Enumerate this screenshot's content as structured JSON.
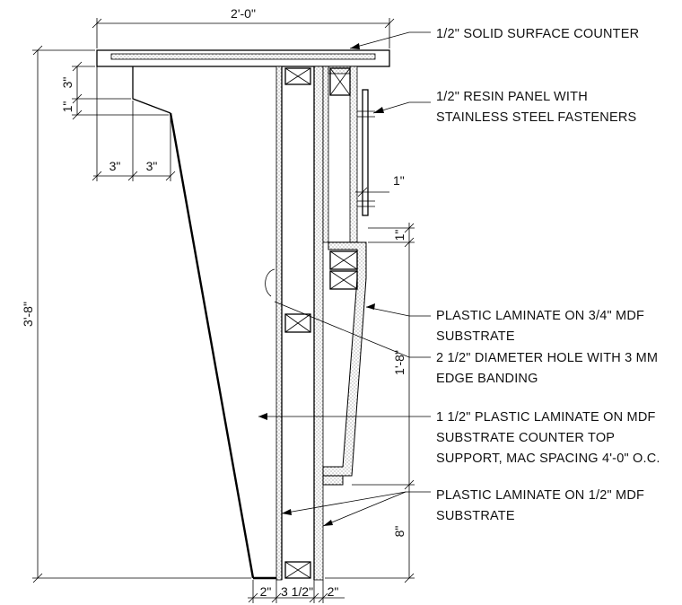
{
  "dimensions": {
    "top_width": "2'-0\"",
    "overall_height": "3'-8\"",
    "cap_height": "3\"",
    "cap_step": "1\"",
    "cap_inset_left": "3\"",
    "cap_inset_right": "3\"",
    "panel_offset": "1\"",
    "lower_gap": "1\"",
    "lower_height": "1'-8\"",
    "base_height": "8\"",
    "bottom_left": "2\"",
    "bottom_center": "3 1/2\"",
    "bottom_right": "2\""
  },
  "notes": [
    {
      "lines": [
        "1/2\" SOLID SURFACE COUNTER"
      ]
    },
    {
      "lines": [
        "1/2\" RESIN PANEL WITH",
        "STAINLESS STEEL FASTENERS"
      ]
    },
    {
      "lines": [
        "PLASTIC LAMINATE ON 3/4\" MDF",
        "SUBSTRATE"
      ]
    },
    {
      "lines": [
        "2 1/2\" DIAMETER HOLE WITH 3 MM",
        "EDGE BANDING"
      ]
    },
    {
      "lines": [
        "1 1/2\" PLASTIC LAMINATE ON MDF",
        "SUBSTRATE COUNTER TOP",
        "SUPPORT, MAC SPACING 4'-0\" O.C."
      ]
    },
    {
      "lines": [
        "PLASTIC LAMINATE ON 1/2\" MDF",
        "SUBSTRATE"
      ]
    }
  ]
}
